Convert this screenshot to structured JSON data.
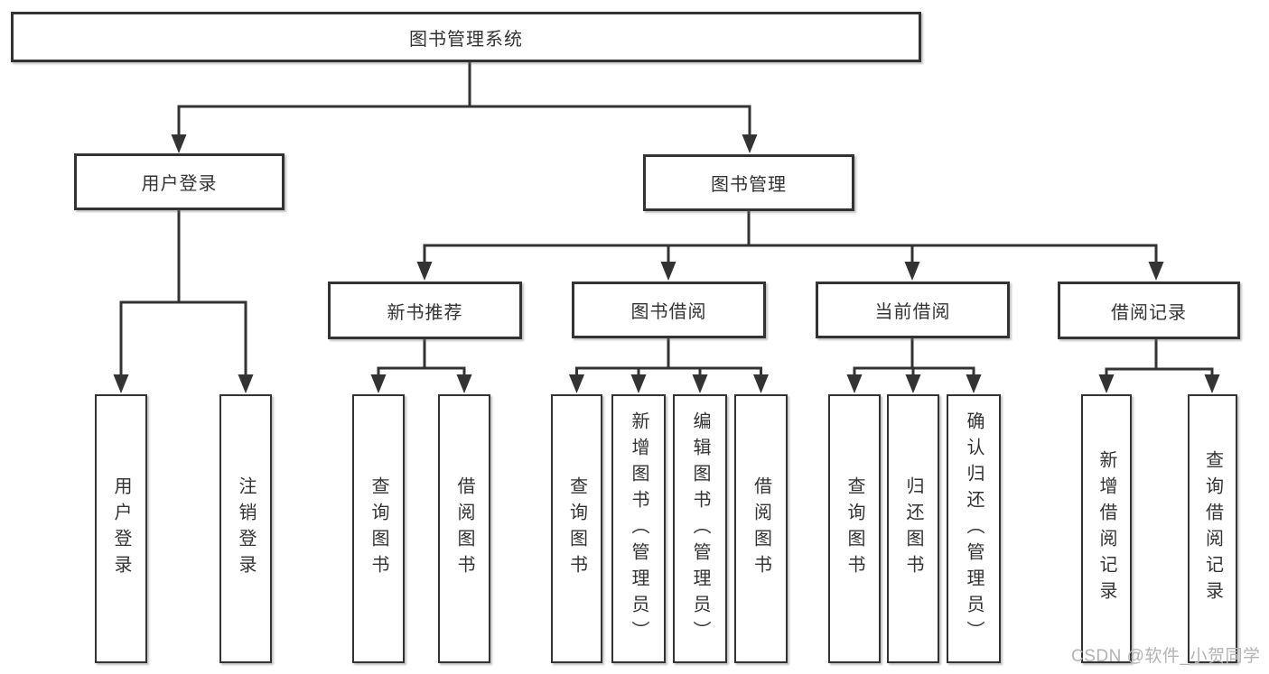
{
  "colors": {
    "line": "#333333",
    "box_border": "#333333",
    "text": "#333333",
    "watermark": "#b3b3b3",
    "background": "#ffffff"
  },
  "watermark": {
    "text": "CSDN @软件_小贺同学"
  },
  "tree": {
    "label": "图书管理系统",
    "children": [
      {
        "label": "用户登录",
        "children": [
          {
            "label": "用户登录"
          },
          {
            "label": "注销登录"
          }
        ]
      },
      {
        "label": "图书管理",
        "children": [
          {
            "label": "新书推荐",
            "children": [
              {
                "label": "查询图书"
              },
              {
                "label": "借阅图书"
              }
            ]
          },
          {
            "label": "图书借阅",
            "children": [
              {
                "label": "查询图书"
              },
              {
                "label": "新增图书（管理员）"
              },
              {
                "label": "编辑图书（管理员）"
              },
              {
                "label": "借阅图书"
              }
            ]
          },
          {
            "label": "当前借阅",
            "children": [
              {
                "label": "查询图书"
              },
              {
                "label": "归还图书"
              },
              {
                "label": "确认归还（管理员）"
              }
            ]
          },
          {
            "label": "借阅记录",
            "children": [
              {
                "label": "新增借阅记录"
              },
              {
                "label": "查询借阅记录"
              }
            ]
          }
        ]
      }
    ]
  }
}
